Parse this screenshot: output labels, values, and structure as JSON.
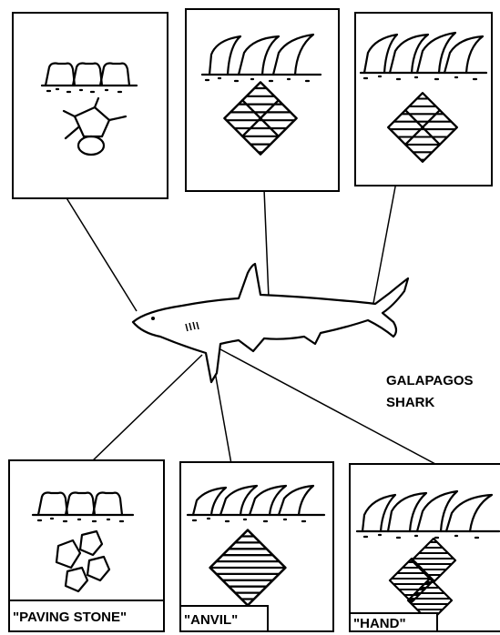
{
  "species_label": {
    "line1": "GALAPAGOS",
    "line2": "SHARK"
  },
  "panels": [
    {
      "id": "head",
      "label": "",
      "tooth_shape": "square",
      "scale_type": "outline"
    },
    {
      "id": "dorsal",
      "label": "",
      "tooth_shape": "hooked",
      "scale_type": "hatched-diamond"
    },
    {
      "id": "caudal",
      "label": "",
      "tooth_shape": "hooked",
      "scale_type": "hatched-diamond"
    },
    {
      "id": "paving-stone",
      "label": "\"PAVING STONE\"",
      "tooth_shape": "square",
      "scale_type": "outline"
    },
    {
      "id": "anvil",
      "label": "\"ANVIL\"",
      "tooth_shape": "hooked",
      "scale_type": "hatched-diamond"
    },
    {
      "id": "hand",
      "label": "\"HAND\"",
      "tooth_shape": "hooked",
      "scale_type": "hatched-diamond"
    }
  ],
  "colors": {
    "ink": "#000000",
    "paper": "#ffffff"
  }
}
